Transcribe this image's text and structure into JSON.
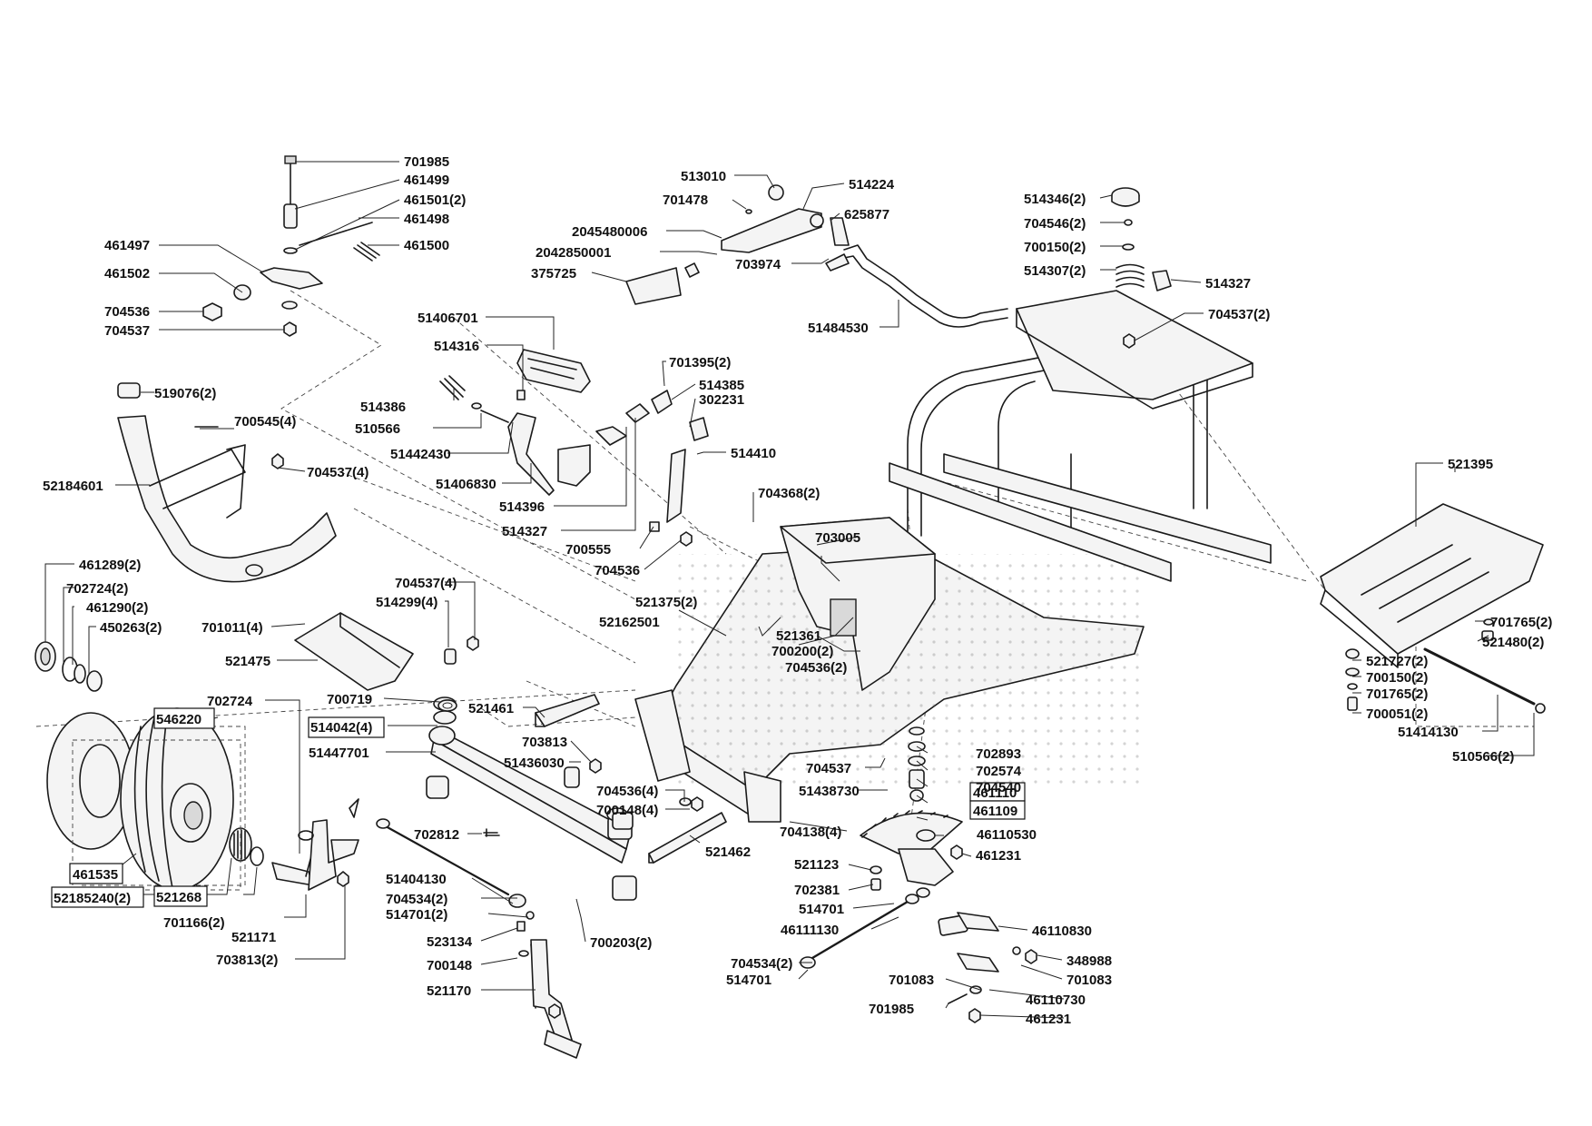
{
  "labels": [
    {
      "id": "l0",
      "text": "701985"
    },
    {
      "id": "l1",
      "text": "461499"
    },
    {
      "id": "l2",
      "text": "461501(2)"
    },
    {
      "id": "l3",
      "text": "461498"
    },
    {
      "id": "l4",
      "text": "461497"
    },
    {
      "id": "l5",
      "text": "461500"
    },
    {
      "id": "l6",
      "text": "461502"
    },
    {
      "id": "l7",
      "text": "704536"
    },
    {
      "id": "l8",
      "text": "704537"
    },
    {
      "id": "l9",
      "text": "519076(2)"
    },
    {
      "id": "l10",
      "text": "700545(4)"
    },
    {
      "id": "l11",
      "text": "704537(4)"
    },
    {
      "id": "l12",
      "text": "52184601"
    },
    {
      "id": "l13",
      "text": "461289(2)"
    },
    {
      "id": "l14",
      "text": "702724(2)"
    },
    {
      "id": "l15",
      "text": "461290(2)"
    },
    {
      "id": "l16",
      "text": "450263(2)"
    },
    {
      "id": "l17",
      "text": "546220"
    },
    {
      "id": "l18",
      "text": "461535"
    },
    {
      "id": "l19",
      "text": "52185240(2)"
    },
    {
      "id": "l20",
      "text": "521268"
    },
    {
      "id": "l21",
      "text": "701166(2)"
    },
    {
      "id": "l22",
      "text": "521171"
    },
    {
      "id": "l23",
      "text": "703813(2)"
    },
    {
      "id": "l24",
      "text": "702724"
    },
    {
      "id": "l25",
      "text": "701011(4)"
    },
    {
      "id": "l26",
      "text": "521475"
    },
    {
      "id": "l27",
      "text": "704537(4)"
    },
    {
      "id": "l28",
      "text": "514299(4)"
    },
    {
      "id": "l29",
      "text": "700719"
    },
    {
      "id": "l30",
      "text": "514042(4)"
    },
    {
      "id": "l31",
      "text": "51447701"
    },
    {
      "id": "l32",
      "text": "702812"
    },
    {
      "id": "l33",
      "text": "51404130"
    },
    {
      "id": "l34",
      "text": "704534(2)"
    },
    {
      "id": "l35",
      "text": "514701(2)"
    },
    {
      "id": "l36",
      "text": "523134"
    },
    {
      "id": "l37",
      "text": "700148"
    },
    {
      "id": "l38",
      "text": "521170"
    },
    {
      "id": "l39",
      "text": "700203(2)"
    },
    {
      "id": "l40",
      "text": "51436030"
    },
    {
      "id": "l41",
      "text": "703813"
    },
    {
      "id": "l42",
      "text": "521461"
    },
    {
      "id": "l43",
      "text": "704536(4)"
    },
    {
      "id": "l44",
      "text": "700148(4)"
    },
    {
      "id": "l45",
      "text": "521462"
    },
    {
      "id": "l46",
      "text": "51406701"
    },
    {
      "id": "l47",
      "text": "514316"
    },
    {
      "id": "l48",
      "text": "514386"
    },
    {
      "id": "l49",
      "text": "510566"
    },
    {
      "id": "l50",
      "text": "51442430"
    },
    {
      "id": "l51",
      "text": "51406830"
    },
    {
      "id": "l52",
      "text": "514396"
    },
    {
      "id": "l53",
      "text": "514327"
    },
    {
      "id": "l54",
      "text": "700555"
    },
    {
      "id": "l55",
      "text": "704536"
    },
    {
      "id": "l56",
      "text": "701395(2)"
    },
    {
      "id": "l57",
      "text": "514385"
    },
    {
      "id": "l58",
      "text": "302231"
    },
    {
      "id": "l59",
      "text": "514410"
    },
    {
      "id": "l60",
      "text": "513010"
    },
    {
      "id": "l61",
      "text": "701478"
    },
    {
      "id": "l62",
      "text": "2045480006"
    },
    {
      "id": "l63",
      "text": "2042850001"
    },
    {
      "id": "l64",
      "text": "375725"
    },
    {
      "id": "l65",
      "text": "514224"
    },
    {
      "id": "l66",
      "text": "625877"
    },
    {
      "id": "l67",
      "text": "703974"
    },
    {
      "id": "l68",
      "text": "51484530"
    },
    {
      "id": "l69",
      "text": "514346(2)"
    },
    {
      "id": "l70",
      "text": "704546(2)"
    },
    {
      "id": "l71",
      "text": "700150(2)"
    },
    {
      "id": "l72",
      "text": "514307(2)"
    },
    {
      "id": "l73",
      "text": "514327"
    },
    {
      "id": "l74",
      "text": "704537(2)"
    },
    {
      "id": "l75",
      "text": "704368(2)"
    },
    {
      "id": "l76",
      "text": "703005"
    },
    {
      "id": "l77",
      "text": "521375(2)"
    },
    {
      "id": "l78",
      "text": "52162501"
    },
    {
      "id": "l79",
      "text": "521361"
    },
    {
      "id": "l80",
      "text": "700200(2)"
    },
    {
      "id": "l81",
      "text": "704536(2)"
    },
    {
      "id": "l82",
      "text": "521395"
    },
    {
      "id": "l83",
      "text": "701765(2)"
    },
    {
      "id": "l84",
      "text": "521480(2)"
    },
    {
      "id": "l85",
      "text": "521727(2)"
    },
    {
      "id": "l86",
      "text": "700150(2)"
    },
    {
      "id": "l87",
      "text": "701765(2)"
    },
    {
      "id": "l88",
      "text": "700051(2)"
    },
    {
      "id": "l89",
      "text": "51414130"
    },
    {
      "id": "l90",
      "text": "510566(2)"
    },
    {
      "id": "l91",
      "text": "704537"
    },
    {
      "id": "l92",
      "text": "51438730"
    },
    {
      "id": "l93",
      "text": "704138(4)"
    },
    {
      "id": "l94",
      "text": "702893"
    },
    {
      "id": "l95",
      "text": "702574"
    },
    {
      "id": "l96",
      "text": "704540"
    },
    {
      "id": "l97",
      "text": "461110"
    },
    {
      "id": "l98",
      "text": "461109"
    },
    {
      "id": "l99",
      "text": "46110530"
    },
    {
      "id": "l100",
      "text": "461231"
    },
    {
      "id": "l101",
      "text": "521123"
    },
    {
      "id": "l102",
      "text": "702381"
    },
    {
      "id": "l103",
      "text": "514701"
    },
    {
      "id": "l104",
      "text": "46111130"
    },
    {
      "id": "l105",
      "text": "704534(2)"
    },
    {
      "id": "l106",
      "text": "514701"
    },
    {
      "id": "l107",
      "text": "46110830"
    },
    {
      "id": "l108",
      "text": "348988"
    },
    {
      "id": "l109",
      "text": "701083"
    },
    {
      "id": "l110",
      "text": "701083"
    },
    {
      "id": "l111",
      "text": "46110730"
    },
    {
      "id": "l112",
      "text": "701985"
    },
    {
      "id": "l113",
      "text": "461231"
    }
  ]
}
